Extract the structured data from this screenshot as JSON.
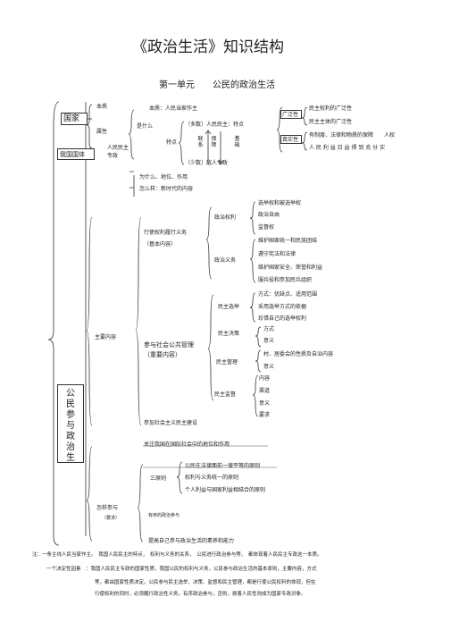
{
  "header": {
    "title": "《政治生活》知识结构",
    "unit": "第一单元　　公民的政治生活"
  },
  "country": {
    "label": "国家",
    "nature": "本质",
    "attribute": "属性",
    "our_state": "我国国体",
    "people_dictatorship": "人民民主专政",
    "what_is": "是什么",
    "essence": "本质：人民当家作主",
    "features": "特点",
    "majority": "（多数）人民民主：特点",
    "minority": "（少数）敌人专政",
    "contact": "联系",
    "basis": "基础",
    "guarantee": "保障",
    "broad": "广泛性",
    "broad1": "民主权利的广泛性",
    "broad2": "民主主体的广泛性",
    "real": "真实性",
    "real1": "有制度、法律和物质的保障　　人权",
    "real2": "人 民 利 益 日 益 得 到 充 分 实",
    "why": "为什么、地位、作用",
    "how": "怎么样：新时代的内容"
  },
  "citizen": {
    "side_label": "公民参与政治生",
    "main_content": "主要内容",
    "exercise": "行使权利履行义务",
    "exercise_sub": "（基本内容）",
    "rights": "政治权利",
    "rights_items": [
      "选举权和被选举权",
      "政治自由",
      "监督权"
    ],
    "duties": "政治义务",
    "duty_items": [
      "维护国家统一和民族团结",
      "遵守宪法和法律",
      "维护国家安全、荣誉和利益",
      "服兵役和参加民兵组织"
    ],
    "participate": "参与社会公共管理",
    "participate_sub": "（重要内容）",
    "election": "民主选举",
    "election_items": [
      "方式：优缺点、适用范围",
      "采用选举方式的依据",
      "珍惜自己的选举权利"
    ],
    "decision": "民主决策",
    "decision_items": [
      "方式",
      "意义"
    ],
    "management": "民主管理",
    "management_items": [
      "村、居委会的性质及自治内容",
      "意义"
    ],
    "supervision": "民主监督",
    "supervision_items": [
      "内容",
      "渠道",
      "意义",
      "要求"
    ],
    "socialist": "参加社会主义民主建设",
    "international": "关注我国在国际社会中的地位和作用",
    "how_participate": "怎样参与",
    "how_sub": "（要求）",
    "three_principles": "三原则",
    "principles": [
      "公民在法律面前一律平等的原则",
      "权利与义务统一的原则",
      "个人利益与国家利益相结合的原则"
    ],
    "orderly": "有序的政治参与",
    "improve": "提高自己参与政治生活的素养和能力"
  },
  "notes": {
    "line1": "注：一条主线人民当家作主。　我国人民民主的特点，　权利与义务的关系，　公民进行政治参与等，　都体现着人民民主专政这一本质。",
    "line2": "一个决定性因素　：我国人民民主专政的国家性质，我国公民的权利与义务，公民参与政治生活的基本原则，主要内容，方式",
    "line3": "等，都由国家性质决定。公民参与民主选举、决策、监督和民主管理，都是行使公民权利的体现，但在",
    "line4": "行使权利的同时，必须履行政治性义务，有序政治参与，否则，损害人民性则成为国家专政对象。"
  }
}
